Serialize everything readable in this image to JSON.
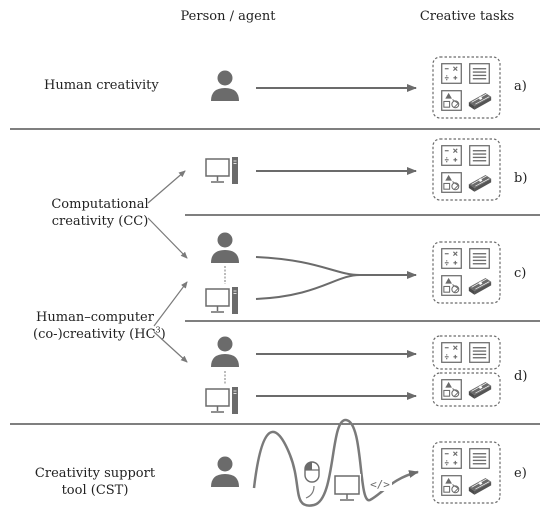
{
  "header": {
    "person_agent": "Person / agent",
    "creative_tasks": "Creative tasks"
  },
  "rows": [
    {
      "id": "a",
      "tag": "a)",
      "label_lines": [
        "Human creativity"
      ]
    },
    {
      "id": "b",
      "tag": "b)"
    },
    {
      "id": "c",
      "tag": "c)"
    },
    {
      "id": "d",
      "tag": "d)"
    },
    {
      "id": "e",
      "tag": "e)",
      "label_lines": [
        "Creativity support",
        "tool (CST)"
      ]
    }
  ],
  "group_labels": {
    "cc": [
      "Computational",
      "creativity (CC)"
    ],
    "hc3_line1": "Human–computer",
    "hc3_line2": "(co-)creativity (HC",
    "hc3_sup": "3",
    "hc3_close": ")"
  },
  "code_symbol": "</>",
  "task_icons": {
    "calculator": [
      "−",
      "×",
      "÷",
      "+"
    ]
  },
  "colors": {
    "icon_gray": "#6b6b6b",
    "line_gray": "#7a7a7a",
    "divider": "#555555",
    "text": "#222222"
  }
}
